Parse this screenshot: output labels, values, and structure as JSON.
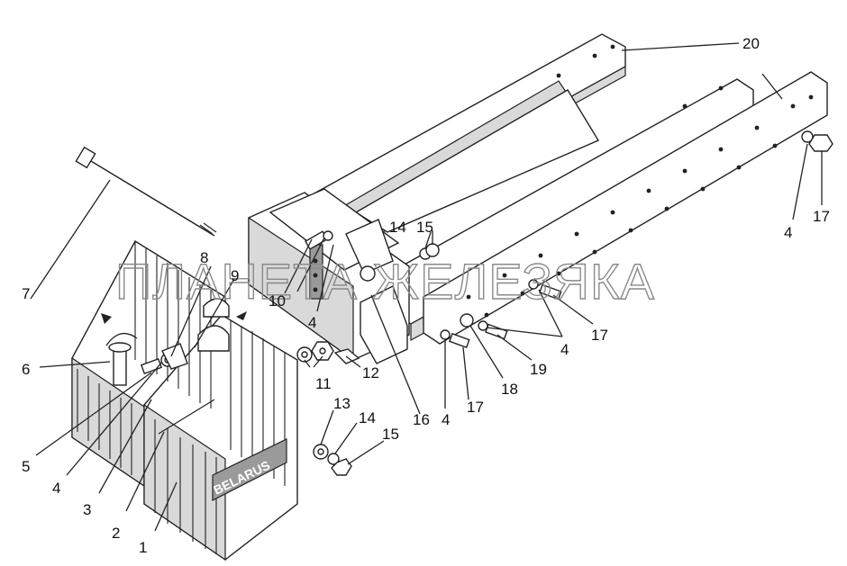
{
  "watermark": "ПЛАНЕТА ЖЕЛЕЗЯКА",
  "brand_text": "BELARUS",
  "colors": {
    "ink": "#222222",
    "watermark": "#8a8a8a",
    "background": "#ffffff"
  },
  "callouts": {
    "c1": "1",
    "c2": "2",
    "c3": "3",
    "c4a": "4",
    "c5": "5",
    "c6": "6",
    "c7": "7",
    "c8": "8",
    "c9": "9",
    "c10": "10",
    "c4b": "4",
    "c11": "11",
    "c12": "12",
    "c13": "13",
    "c14a": "14",
    "c15a": "15",
    "c16": "16",
    "c4c": "4",
    "c17a": "17",
    "c18": "18",
    "c19": "19",
    "c4d": "4",
    "c17b": "17",
    "c14b": "14",
    "c15b": "15",
    "c20": "20",
    "c4e": "4",
    "c17c": "17"
  }
}
